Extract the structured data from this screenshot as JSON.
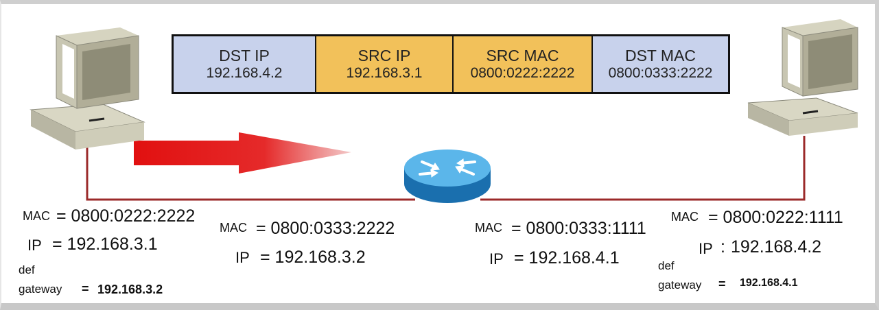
{
  "colors": {
    "ip_field": "#c8d2ec",
    "src_field": "#f2c15a",
    "link": "#9b2a2a",
    "arrow": "#e21b1b",
    "router": "#3a9fd8"
  },
  "packet_header": {
    "fields": [
      {
        "title": "DST IP",
        "value": "192.168.4.2"
      },
      {
        "title": "SRC IP",
        "value": "192.168.3.1"
      },
      {
        "title": "SRC MAC",
        "value": "0800:0222:2222"
      },
      {
        "title": "DST MAC",
        "value": "0800:0333:2222"
      }
    ]
  },
  "icons": {
    "left_host": "computer-icon",
    "right_host": "computer-icon",
    "router": "router-icon",
    "direction": "arrow-right-icon"
  },
  "left_host": {
    "mac_key": "MAC",
    "mac_value": "= 0800:0222:2222",
    "ip_key": "IP",
    "ip_value": "= 192.168.3.1",
    "def": "def",
    "gateway_key": "gateway",
    "gateway_value": "192.168.3.2"
  },
  "router_left": {
    "mac_key": "MAC",
    "mac_value": "= 0800:0333:2222",
    "ip_key": "IP",
    "ip_value": "= 192.168.3.2"
  },
  "router_right": {
    "mac_key": "MAC",
    "mac_value": "= 0800:0333:1111",
    "ip_key": "IP",
    "ip_value": "= 192.168.4.1"
  },
  "right_host": {
    "mac_key": "MAC",
    "mac_value": "= 0800:0222:1111",
    "ip_key": "IP",
    "ip_value": "192.168.4.2",
    "def": "def",
    "gateway_key": "gateway",
    "gateway_value": "192.168.4.1"
  }
}
